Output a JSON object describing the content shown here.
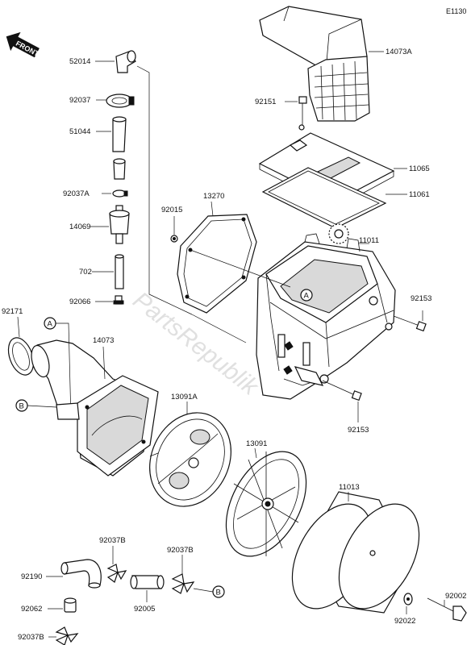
{
  "diagram_code": "E1130",
  "front_label": "FRONT",
  "watermark": "PartsRepublik",
  "callouts": {
    "a": "A",
    "b": "B"
  },
  "parts": {
    "p14073A": "14073A",
    "p92151": "92151",
    "p11065": "11065",
    "p11061": "11061",
    "p11011": "11011",
    "p92153_top": "92153",
    "p92153_bottom": "92153",
    "p52014": "52014",
    "p92037_top": "92037",
    "p51044": "51044",
    "p92037A": "92037A",
    "p14069": "14069",
    "p702": "702",
    "p92066": "92066",
    "p92015": "92015",
    "p13270": "13270",
    "p92171": "92171",
    "p14073": "14073",
    "p13091A": "13091A",
    "p13091": "13091",
    "p11013": "11013",
    "p92037B_a": "92037B",
    "p92037B_b": "92037B",
    "p92037B_c": "92037B",
    "p92190": "92190",
    "p92062": "92062",
    "p92005": "92005",
    "p92022": "92022",
    "p92002": "92002"
  }
}
